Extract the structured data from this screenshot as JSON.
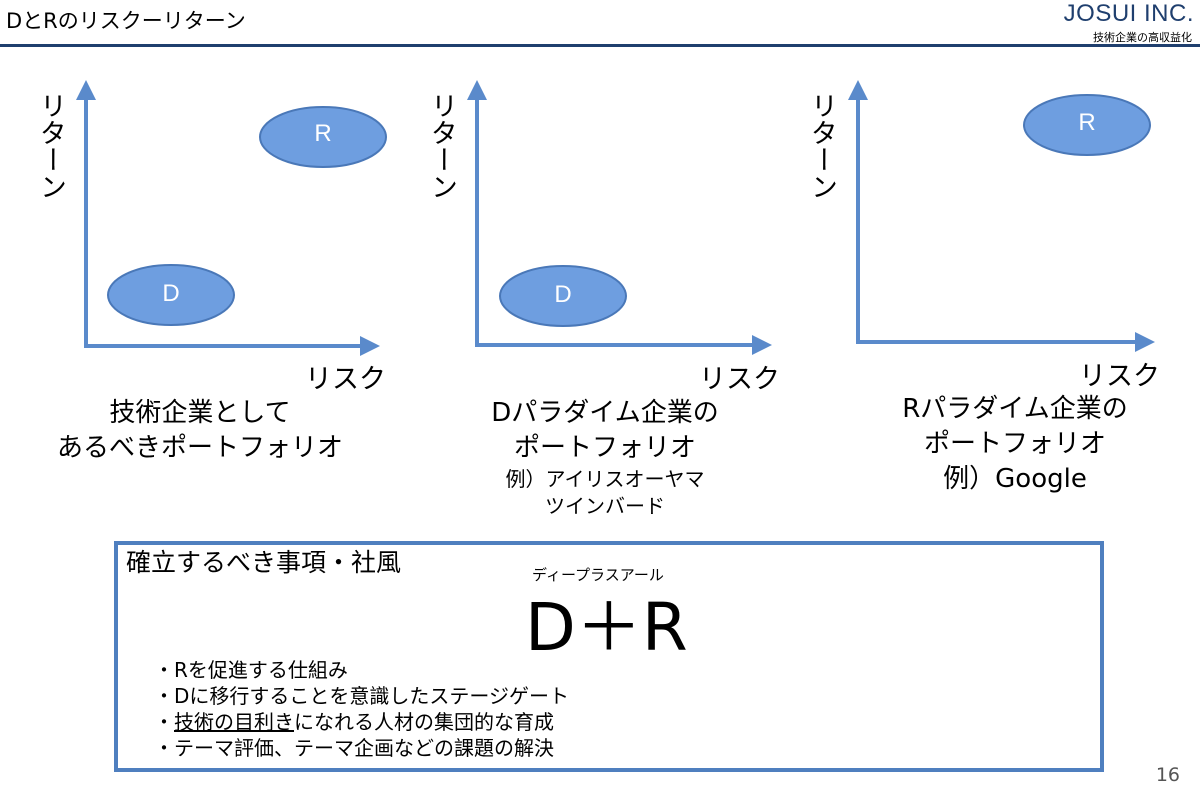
{
  "header": {
    "title": "DとRのリスクーリターン",
    "brand_name": "JOSUI INC.",
    "brand_tagline": "技術企業の高収益化"
  },
  "diagrams": [
    {
      "y_axis_label": "リターン",
      "x_axis_label": "リスク",
      "ellipses": [
        "R",
        "D"
      ],
      "caption": [
        "技術企業として",
        "あるべきポートフォリオ"
      ]
    },
    {
      "y_axis_label": "リターン",
      "x_axis_label": "リスク",
      "ellipses": [
        "D"
      ],
      "caption": [
        "Dパラダイム企業の",
        "ポートフォリオ"
      ],
      "example": [
        "例）アイリスオーヤマ",
        "ツインバード"
      ]
    },
    {
      "y_axis_label": "リターン",
      "x_axis_label": "リスク",
      "ellipses": [
        "R"
      ],
      "caption": [
        "Rパラダイム企業の",
        "ポートフォリオ",
        "例）Google"
      ]
    }
  ],
  "values_box": {
    "title": "確立するべき事項・社風",
    "ruby": "ディープラスアール",
    "formula": "D＋R",
    "bullets": [
      {
        "pre": "・Rを促進する仕組み",
        "u": "",
        "post": ""
      },
      {
        "pre": "・Dに移行することを意識したステージゲート",
        "u": "",
        "post": ""
      },
      {
        "pre": "・",
        "u": "技術の目利き",
        "post": "になれる人材の集団的な育成"
      },
      {
        "pre": "・テーマ評価、テーマ企画などの課題の解決",
        "u": "",
        "post": ""
      }
    ]
  },
  "page_number": "16",
  "colors": {
    "axis": "#5a8acb",
    "ellipse_fill": "#6e9ee0",
    "header_rule": "#1f3f6e",
    "box_border": "#4f7fbf"
  }
}
